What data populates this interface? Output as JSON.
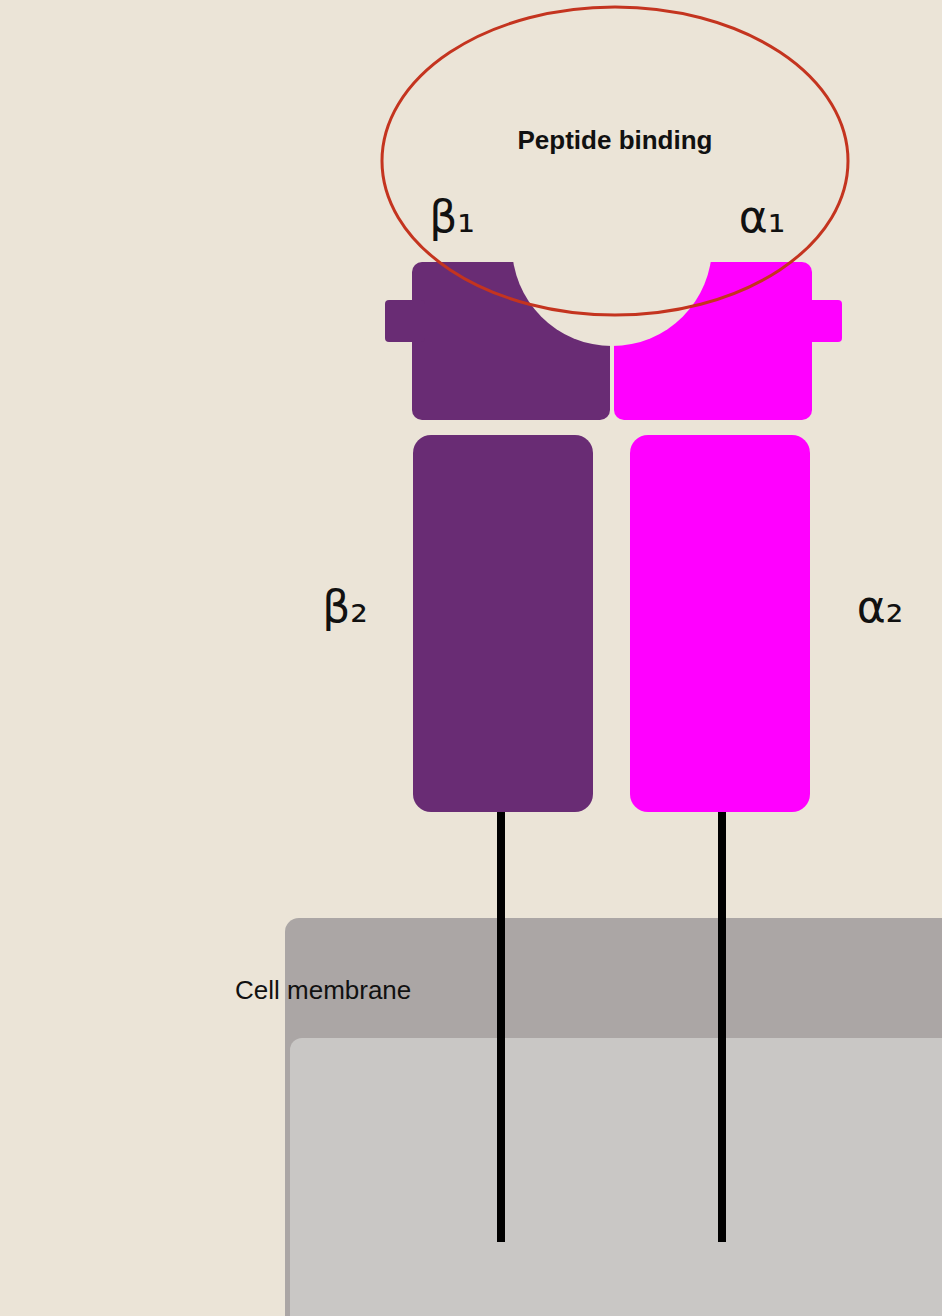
{
  "diagram": {
    "nodes": [
      {
        "text": [
          "Peptide binding",
          "β₁",
          "α₁"
        ]
      },
      {
        "text": [
          "β₂"
        ]
      },
      {
        "text": [
          "α₂"
        ]
      }
    ],
    "labels": [
      "Cell membrane"
    ]
  }
}
